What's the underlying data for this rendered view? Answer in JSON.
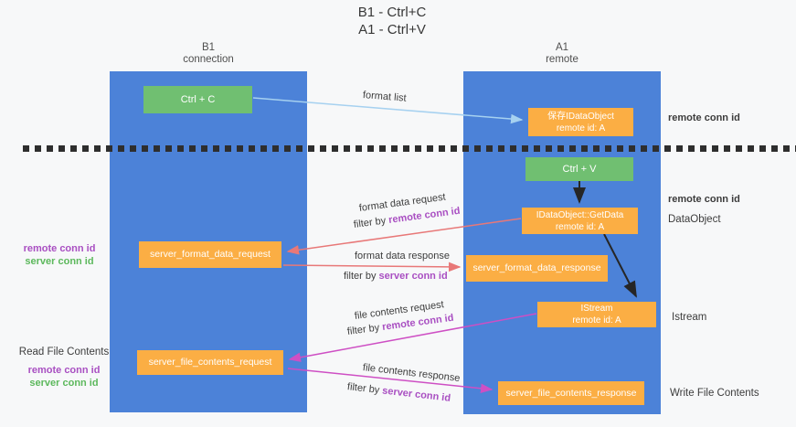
{
  "title": {
    "line1": "B1 - Ctrl+C",
    "line2": "A1 - Ctrl+V"
  },
  "lifelines": {
    "b1": {
      "name": "B1",
      "subtitle": "connection"
    },
    "a1": {
      "name": "A1",
      "subtitle": "remote"
    }
  },
  "nodes": {
    "ctrl_c": {
      "label": "Ctrl + C"
    },
    "save_idataobject": {
      "line1": "保存IDataObject",
      "line2": "remote id: A"
    },
    "ctrl_v": {
      "label": "Ctrl + V"
    },
    "getdata": {
      "line1": "IDataObject::GetData",
      "line2": "remote id: A"
    },
    "server_format_data_request": {
      "label": "server_format_data_request"
    },
    "server_format_data_response": {
      "label": "server_format_data_response"
    },
    "istream": {
      "line1": "IStream",
      "line2": "remote id: A"
    },
    "server_file_contents_request": {
      "label": "server_file_contents_request"
    },
    "server_file_contents_response": {
      "label": "server_file_contents_response"
    }
  },
  "arrows": {
    "format_list": {
      "label": "format list"
    },
    "format_data_request": {
      "label": "format data request",
      "filter_prefix": "filter by ",
      "filter_key": "remote conn id"
    },
    "format_data_response": {
      "label": "format data response",
      "filter_prefix": "filter by ",
      "filter_key": "server conn id"
    },
    "file_contents_request": {
      "label": "file contents request",
      "filter_prefix": "filter by ",
      "filter_key": "remote conn id"
    },
    "file_contents_response": {
      "label": "file contents response",
      "filter_prefix": "filter by ",
      "filter_key": "server conn id"
    }
  },
  "annotations": {
    "right_top_remote_conn_id": "remote conn id",
    "right_mid_remote_conn_id": "remote conn id",
    "right_dataobject": "DataObject",
    "right_istream": "Istream",
    "right_write_file_contents": "Write File Contents",
    "left_format": {
      "remote": "remote conn id",
      "server": "server conn id"
    },
    "left_file": {
      "title": "Read File Contents",
      "remote": "remote conn id",
      "server": "server conn id"
    }
  },
  "colors": {
    "lifeline_blue": "#4c82d8",
    "action_green": "#70bf71",
    "message_orange": "#fbae44",
    "remote_conn_purple": "#a94fc2",
    "server_conn_green": "#5cb85c",
    "request_red": "#e87878",
    "response_magenta": "#ce4fc4",
    "format_list_blue": "#a6d1f0",
    "separator_black": "#2e2e2e"
  }
}
